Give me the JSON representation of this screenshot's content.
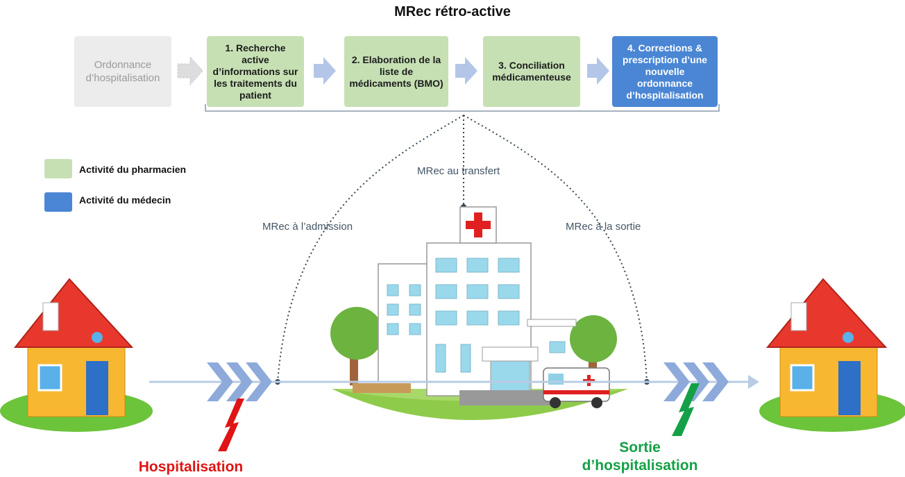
{
  "title": "MRec rétro-active",
  "steps": [
    {
      "label": "Ordonnance d’hospitalisation",
      "kind": "input"
    },
    {
      "label": "1. Recherche active d’informations sur les traitements du patient",
      "kind": "pharmacist"
    },
    {
      "label": "2. Elaboration de la liste de médicaments (BMO)",
      "kind": "pharmacist"
    },
    {
      "label": "3. Conciliation médicamenteuse",
      "kind": "pharmacist"
    },
    {
      "label": "4. Corrections & prescription d’une nouvelle ordonnance d’hospitalisation",
      "kind": "physician"
    }
  ],
  "legend": [
    {
      "label": "Activité du pharmacien",
      "color": "#c6e0b4"
    },
    {
      "label": "Activité du médecin",
      "color": "#4a86d4"
    }
  ],
  "arcs": {
    "admission": "MRec à l’admission",
    "transfer": "MRec au transfert",
    "discharge": "MRec à la sortie"
  },
  "events": {
    "admission": "Hospitalisation",
    "discharge": "Sortie d’hospitalisation"
  },
  "colors": {
    "pharmacist": "#c6e0b4",
    "physician": "#4a86d4",
    "admission_event": "#e01414",
    "discharge_event": "#14a046",
    "timeline": "#b8cce4",
    "chevron": "#8eaadb"
  },
  "icons": [
    "house-icon",
    "hospital-icon",
    "ambulance-icon",
    "tree-icon",
    "lightning-icon",
    "chevron-icon"
  ]
}
